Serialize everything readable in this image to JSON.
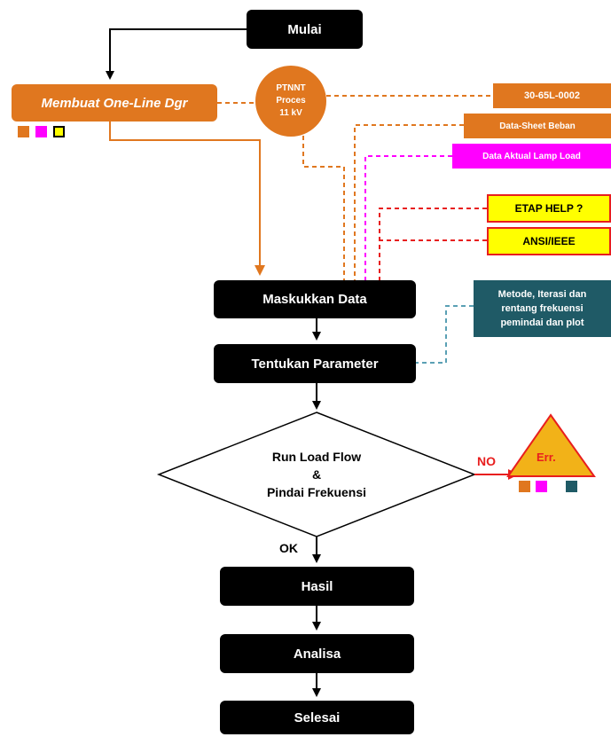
{
  "nodes": {
    "mulai": "Mulai",
    "membuat": "Membuat One-Line Dgr",
    "ptnnt_line1": "PTNNT",
    "ptnnt_line2": "Proces",
    "ptnnt_line3": "11 kV",
    "doc_code": "30-65L-0002",
    "datasheet": "Data-Sheet Beban",
    "data_aktual": "Data Aktual Lamp Load",
    "etap_help": "ETAP HELP ?",
    "ansi": "ANSI/IEEE",
    "maskukkan": "Maskukkan Data",
    "metode_line1": "Metode, Iterasi dan",
    "metode_line2": "rentang frekuensi",
    "metode_line3": "pemindai dan plot",
    "tentukan": "Tentukan Parameter",
    "decision_line1": "Run Load Flow",
    "decision_line2": "&",
    "decision_line3": "Pindai Frekuensi",
    "no_label": "NO",
    "ok_label": "OK",
    "err": "Err.",
    "hasil": "Hasil",
    "analisa": "Analisa",
    "selesai": "Selesai"
  },
  "colors": {
    "orange": "#e0771f",
    "magenta": "#ff00ff",
    "yellow": "#ffff00",
    "red": "#e81e1e",
    "teal": "#1f5a66",
    "teal_line": "#5aa0b4",
    "black": "#000000"
  }
}
